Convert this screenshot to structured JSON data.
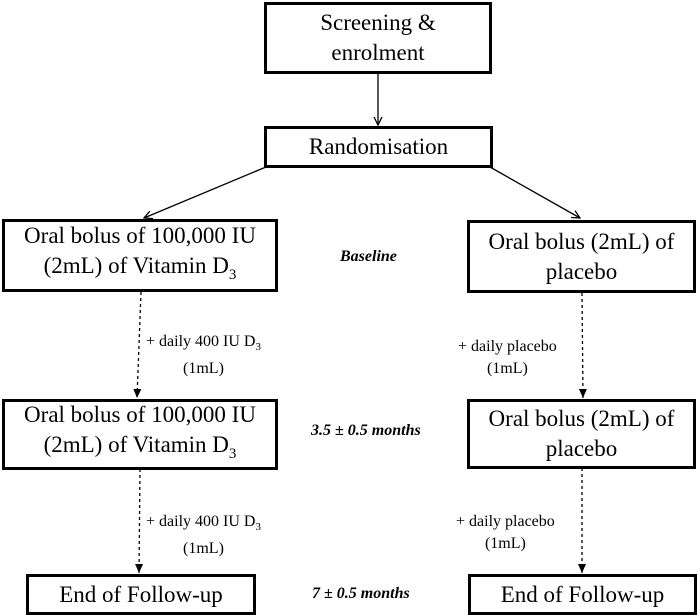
{
  "screening": {
    "line1": "Screening &",
    "line2": "enrolment"
  },
  "randomisation": "Randomisation",
  "vitd_box": {
    "line1": "Oral bolus of 100,000 IU",
    "line2_prefix": "(2mL) of Vitamin D",
    "line2_sub": "3"
  },
  "placebo_box": {
    "line1": "Oral bolus (2mL) of",
    "line2": "placebo"
  },
  "end_box": "End of Follow-up",
  "timepoints": {
    "baseline": "Baseline",
    "mid": "3.5 ± 0.5 months",
    "end": "7 ± 0.5 months"
  },
  "vitd_daily": {
    "line1_prefix": "+ daily 400 IU D",
    "line1_sub": "3",
    "line2": "(1mL)"
  },
  "placebo_daily": {
    "line1": "+ daily placebo",
    "line2": "(1mL)"
  }
}
